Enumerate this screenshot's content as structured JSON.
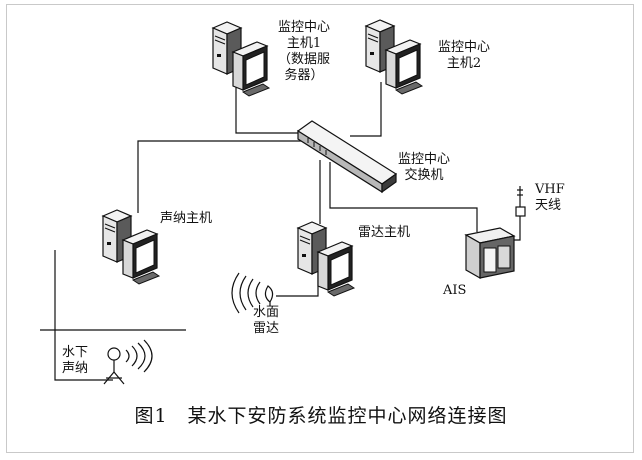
{
  "labels": {
    "monitor_host1_line1": "监控中心",
    "monitor_host1_line2": "主机1",
    "monitor_host1_line3": "（数据服",
    "monitor_host1_line4": "务器）",
    "monitor_host2_line1": "监控中心",
    "monitor_host2_line2": "主机2",
    "switch_line1": "监控中心",
    "switch_line2": "交换机",
    "sonar_host": "声纳主机",
    "radar_host": "雷达主机",
    "vhf_line1": "VHF",
    "vhf_line2": "天线",
    "ais": "AIS",
    "surface_radar_line1": "水面",
    "surface_radar_line2": "雷达",
    "underwater_sonar_line1": "水下",
    "underwater_sonar_line2": "声纳"
  },
  "caption": "图1　某水下安防系统监控中心网络连接图",
  "icons": {
    "computer": "computer-icon",
    "switch": "network-switch-icon",
    "ais": "ais-device-icon",
    "antenna": "antenna-icon",
    "radar": "radar-dish-icon",
    "sonar": "sonar-icon"
  }
}
